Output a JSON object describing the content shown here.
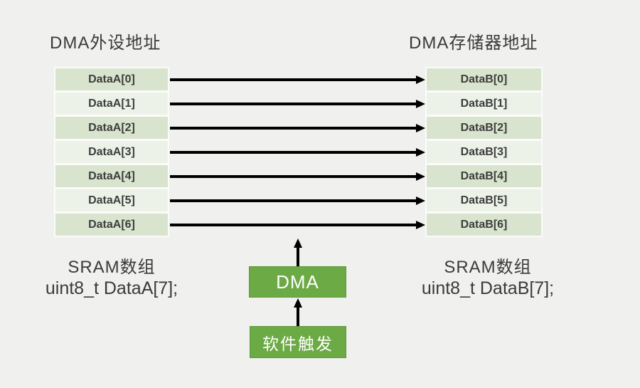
{
  "titles": {
    "left": "DMA外设地址",
    "right": "DMA存储器地址"
  },
  "left_table": {
    "rows": [
      "DataA[0]",
      "DataA[1]",
      "DataA[2]",
      "DataA[3]",
      "DataA[4]",
      "DataA[5]",
      "DataA[6]"
    ]
  },
  "right_table": {
    "rows": [
      "DataB[0]",
      "DataB[1]",
      "DataB[2]",
      "DataB[3]",
      "DataB[4]",
      "DataB[5]",
      "DataB[6]"
    ]
  },
  "captions": {
    "left_line1": "SRAM数组",
    "left_line2": "uint8_t DataA[7];",
    "right_line1": "SRAM数组",
    "right_line2": "uint8_t DataB[7];"
  },
  "dma_box": {
    "label": "DMA"
  },
  "trigger_box": {
    "label": "软件触发"
  },
  "colors": {
    "background": "#f0f0ee",
    "row_dark": "#d9e4ce",
    "row_light": "#edf2e8",
    "table_border": "#fbfbf9",
    "green_fill": "#6caa45",
    "green_border": "#5e9639",
    "arrow": "#000000",
    "text": "#3a3a3a"
  }
}
